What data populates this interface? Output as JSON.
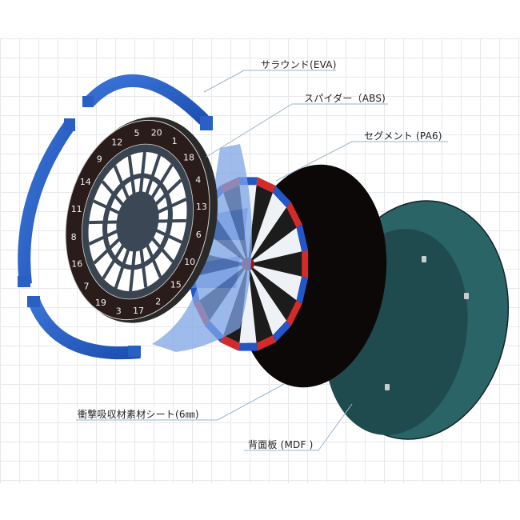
{
  "diagram": {
    "type": "exploded-view",
    "subject": "soft-tip dartboard",
    "labels": [
      {
        "id": "surround",
        "text": "サラウンド(EVA)"
      },
      {
        "id": "spider",
        "text": "スパイダー（ABS)"
      },
      {
        "id": "segment",
        "text": "セグメント (PA6)"
      },
      {
        "id": "cushion",
        "text": "衝撃吸収材素材シート(6㎜)"
      },
      {
        "id": "backboard",
        "text": "背面板 (MDF )"
      }
    ],
    "board_numbers": [
      "20",
      "1",
      "18",
      "4",
      "13",
      "6",
      "10",
      "15",
      "2",
      "17",
      "3",
      "19",
      "7",
      "16",
      "8",
      "11",
      "14",
      "9",
      "12",
      "5"
    ],
    "colors": {
      "grid_line": "#e6e8ec",
      "surround_blue": "#2a5fc4",
      "spider_blue": "#7ea4e6",
      "board_black": "#1a1a1a",
      "segment_red": "#d42a2a",
      "segment_blue": "#2456c8",
      "backboard_teal": "#235355",
      "leader_line": "#9ab3c6"
    }
  }
}
